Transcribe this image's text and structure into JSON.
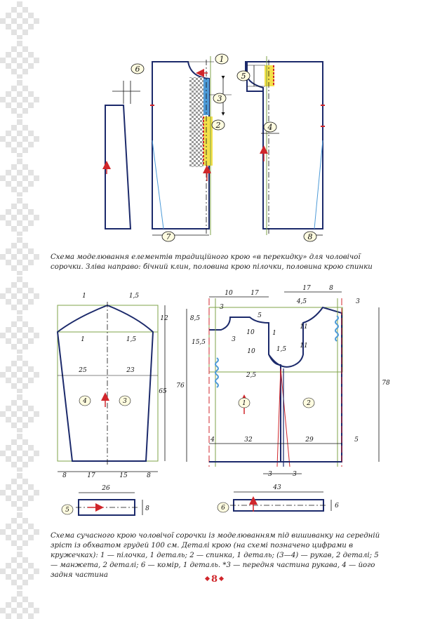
{
  "figure1": {
    "markers": [
      "1",
      "2",
      "3",
      "4",
      "5",
      "6",
      "7",
      "8"
    ]
  },
  "caption1": "Схема моделювання елементів традиційного крою «в перекидку» для чоловічої сорочки. Зліва направо: бічний клин, половина крою пілочки, половина крою спинки",
  "figure2": {
    "sleeve_dims": {
      "left_shoulder_1": "1",
      "right_shoulder_1_5": "1,5",
      "left_1": "1",
      "right_1_5": "1,5",
      "width_25": "25",
      "width_23": "23",
      "height_12": "12",
      "height_65": "65",
      "bottom_8_left": "8",
      "bottom_17": "17",
      "bottom_15": "15",
      "bottom_8_right": "8"
    },
    "body_dims": {
      "top_10": "10",
      "top_17": "17",
      "top_17b": "17",
      "top_8": "8",
      "top_4_5": "4,5",
      "top_3": "3",
      "v_3": "3",
      "v_8_5": "8,5",
      "v_5": "5",
      "v_15_5": "15,5",
      "v_3b": "3",
      "v_10": "10",
      "v_11": "11",
      "v_11b": "11",
      "v_1": "1",
      "v_10b": "10",
      "v_1_5": "1,5",
      "v_2_5": "2,5",
      "h_76": "76",
      "h_78": "78",
      "w_4": "4",
      "w_32": "32",
      "w_29": "29",
      "w_5": "5",
      "b_3": "3",
      "b_3b": "3"
    },
    "circle_labels": [
      "4",
      "3",
      "1",
      "2"
    ],
    "cuff_dims": {
      "w_26": "26",
      "h_8": "8"
    },
    "collar_dims": {
      "w_43": "43",
      "h_6": "6"
    },
    "detail_labels": [
      "5",
      "6"
    ]
  },
  "caption2": "Схема сучасного крою чоловічої сорочки із моделюванням під вишиванку на середній зріст із обхватом грудей 100 см. Деталі крою (на схемі позначено цифрами в кружечках): 1 — пілочка, 1 деталь; 2 — спинка, 1 деталь; (3—4) — рукав, 2 деталі; 5 — манжета, 2 деталі; 6 — комір, 1 деталь. *3 — передня частина рукава, 4 — його задня частина",
  "page_number": "8",
  "colors": {
    "outline": "#1c2a6b",
    "accent_red": "#d0262b",
    "guide_green": "#7fa34a",
    "fill_yellow": "#f4e14a",
    "fill_blue": "#4e9bd8",
    "border_grey": "#dcdcdc"
  }
}
